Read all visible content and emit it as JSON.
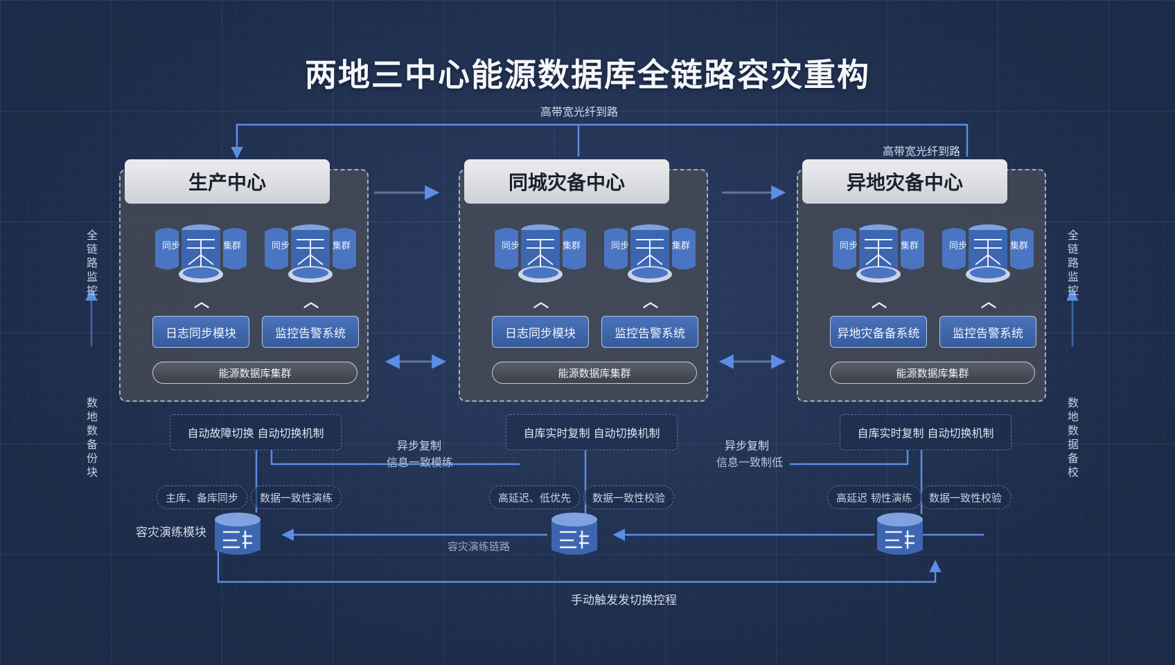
{
  "title": "两地三中心能源数据库全链路容灾重构",
  "links": {
    "top_label": "高带宽光纤到路",
    "top_right_label": "高带宽光纤到路",
    "bottom_label": "手动触发发切换控程",
    "middle_label": "容灾演练链路"
  },
  "side_labels": {
    "left_top": "全链路监控",
    "left_bottom": "数地数备份块",
    "right_top": "全链路监控",
    "right_bottom": "数地数据备校"
  },
  "centers": [
    {
      "name": "生产中心",
      "cluster_left": [
        "同步",
        "集群"
      ],
      "cluster_right": [
        "同步",
        "集群"
      ],
      "module_1": "日志同步模块",
      "module_2": "监控告警系统",
      "db_bar": "能源数据库集群",
      "mechanism": "自动故障切换 自动切换机制",
      "pill_1": "主库、备库同步",
      "pill_2": "数据一致性演练"
    },
    {
      "name": "同城灾备中心",
      "cluster_left": [
        "同步",
        "集群"
      ],
      "cluster_right": [
        "同步",
        "集群"
      ],
      "module_1": "日志同步模块",
      "module_2": "监控告警系统",
      "db_bar": "能源数据库集群",
      "mechanism": "自库实时复制 自动切换机制",
      "pill_1": "高延迟、低优先",
      "pill_2": "数据一致性校验"
    },
    {
      "name": "异地灾备中心",
      "cluster_left": [
        "同步",
        "集群"
      ],
      "cluster_right": [
        "同步",
        "集群"
      ],
      "module_1": "异地灾备备系统",
      "module_2": "监控告警系统",
      "db_bar": "能源数据库集群",
      "mechanism": "自库实时复制 自动切换机制",
      "pill_1": "高延迟 韧性演练",
      "pill_2": "数据一致性校验"
    }
  ],
  "async_1": {
    "line1": "异步复制",
    "line2": "信息一致模练"
  },
  "async_2": {
    "line1": "异步复制",
    "line2": "信息一致制低"
  },
  "drill_module": "容灾演练模块",
  "colors": {
    "background": "#1f2f4e",
    "accent_line": "#5b8ee6",
    "button_blue": "#4a73bb",
    "header_gray": "#dcdde2"
  }
}
